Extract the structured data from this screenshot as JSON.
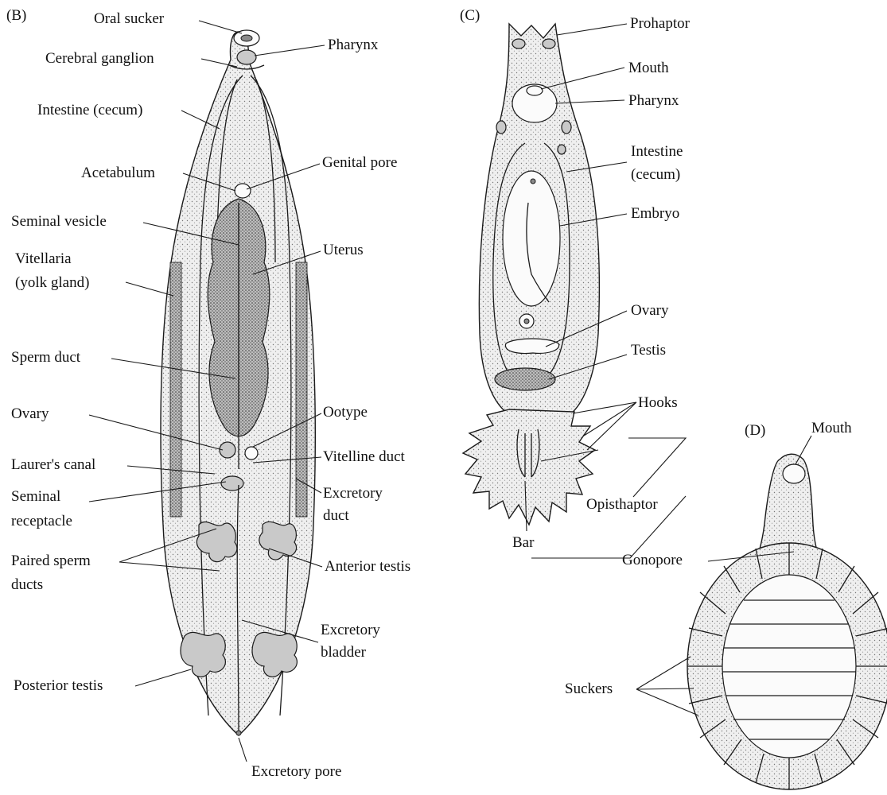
{
  "panels": {
    "b": {
      "letter": "(B)",
      "labels": {
        "oral_sucker": "Oral sucker",
        "cerebral_ganglion": "Cerebral ganglion",
        "intestine": "Intestine (cecum)",
        "acetabulum": "Acetabulum",
        "seminal_vesicle": "Seminal vesicle",
        "vitellaria_1": "Vitellaria",
        "vitellaria_2": "(yolk gland)",
        "sperm_duct": "Sperm duct",
        "ovary": "Ovary",
        "laurers_canal": "Laurer's canal",
        "seminal_receptacle_1": "Seminal",
        "seminal_receptacle_2": "receptacle",
        "paired_sperm_ducts_1": "Paired sperm",
        "paired_sperm_ducts_2": "ducts",
        "posterior_testis": "Posterior testis",
        "pharynx": "Pharynx",
        "genital_pore": "Genital pore",
        "uterus": "Uterus",
        "ootype": "Ootype",
        "vitelline_duct": "Vitelline duct",
        "excretory_duct_1": "Excretory",
        "excretory_duct_2": "duct",
        "anterior_testis": "Anterior testis",
        "excretory_bladder_1": "Excretory",
        "excretory_bladder_2": "bladder",
        "excretory_pore": "Excretory pore"
      }
    },
    "c": {
      "letter": "(C)",
      "labels": {
        "prohaptor": "Prohaptor",
        "mouth": "Mouth",
        "pharynx": "Pharynx",
        "intestine_1": "Intestine",
        "intestine_2": "(cecum)",
        "embryo": "Embryo",
        "ovary": "Ovary",
        "testis": "Testis",
        "hooks": "Hooks",
        "opisthaptor": "Opisthaptor",
        "bar": "Bar"
      }
    },
    "d": {
      "letter": "(D)",
      "labels": {
        "mouth": "Mouth",
        "gonopore": "Gonopore",
        "suckers": "Suckers"
      }
    }
  }
}
